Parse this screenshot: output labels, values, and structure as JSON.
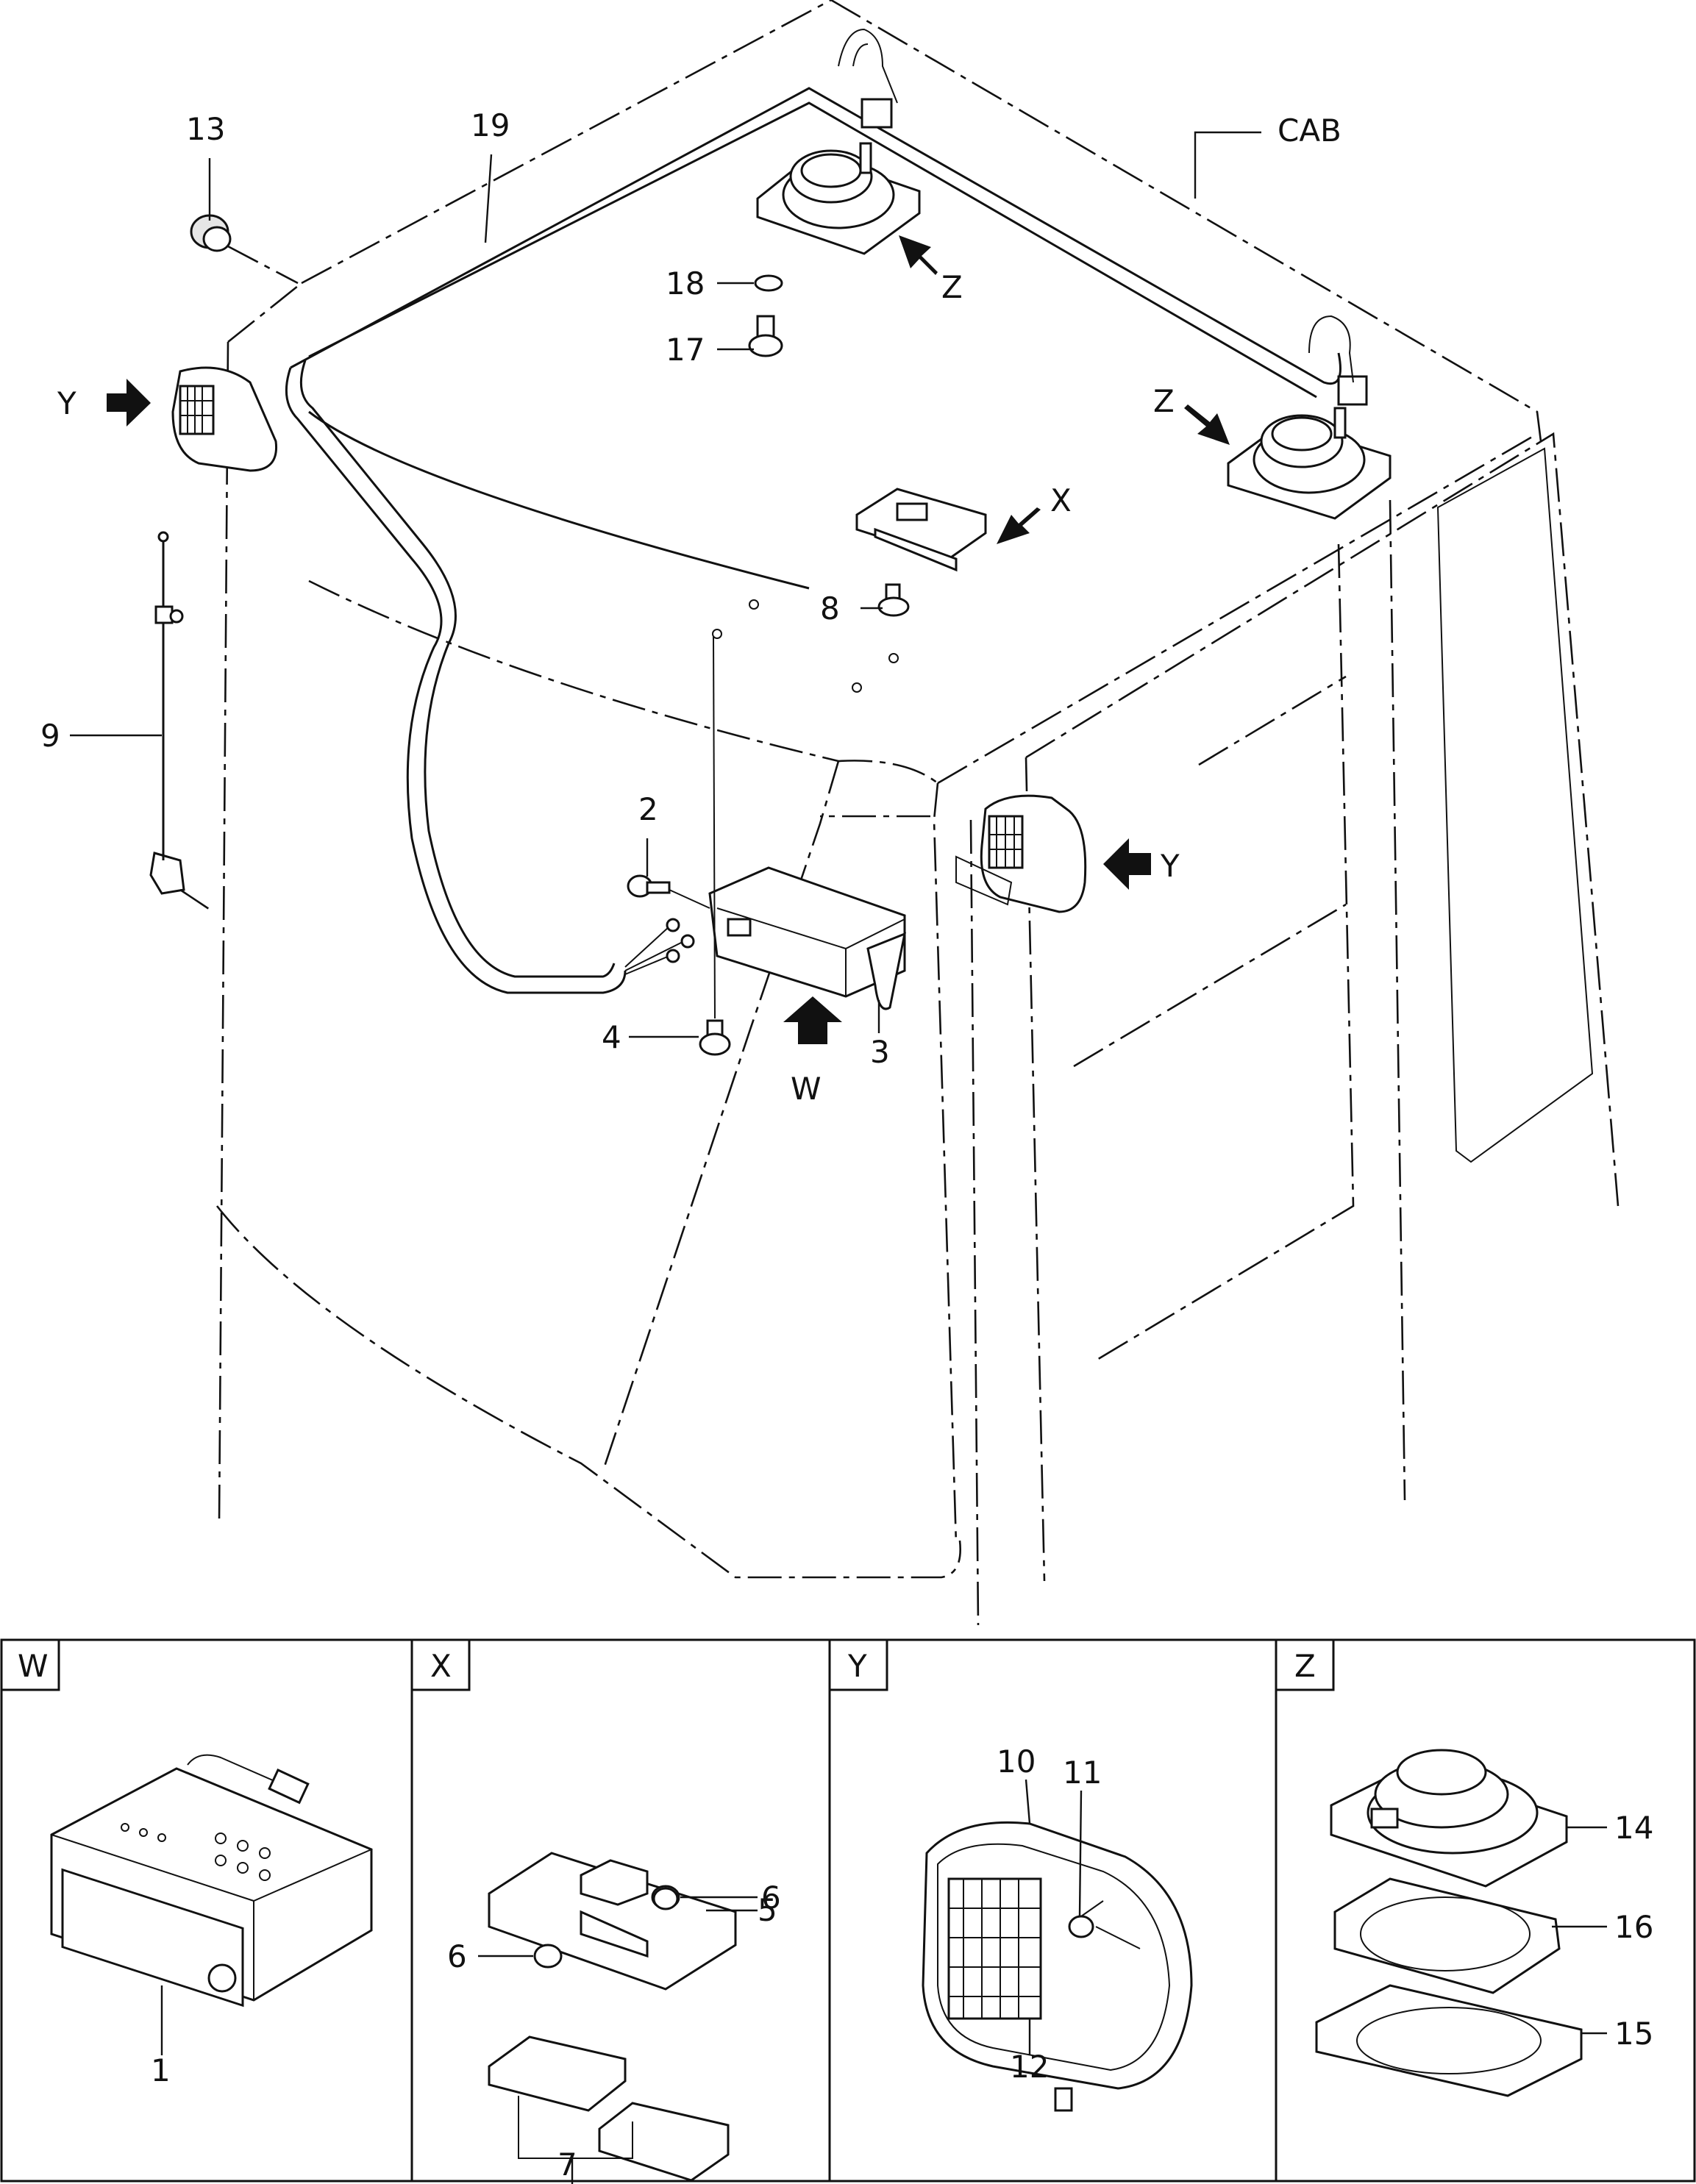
{
  "diagram": {
    "callouts": {
      "c1": "1",
      "c2": "2",
      "c3": "3",
      "c4": "4",
      "c5": "5",
      "c6a": "6",
      "c6b": "6",
      "c7": "7",
      "c8": "8",
      "c9": "9",
      "c10": "10",
      "c11": "11",
      "c12": "12",
      "c13": "13",
      "c14": "14",
      "c15": "15",
      "c16": "16",
      "c17": "17",
      "c18": "18",
      "c19": "19",
      "cab": "CAB"
    },
    "view_arrows": {
      "w": "W",
      "x": "X",
      "y_left": "Y",
      "y_right": "Y",
      "z_top": "Z",
      "z_right": "Z"
    },
    "detail_panels": [
      {
        "tag": "W"
      },
      {
        "tag": "X"
      },
      {
        "tag": "Y"
      },
      {
        "tag": "Z"
      }
    ]
  }
}
